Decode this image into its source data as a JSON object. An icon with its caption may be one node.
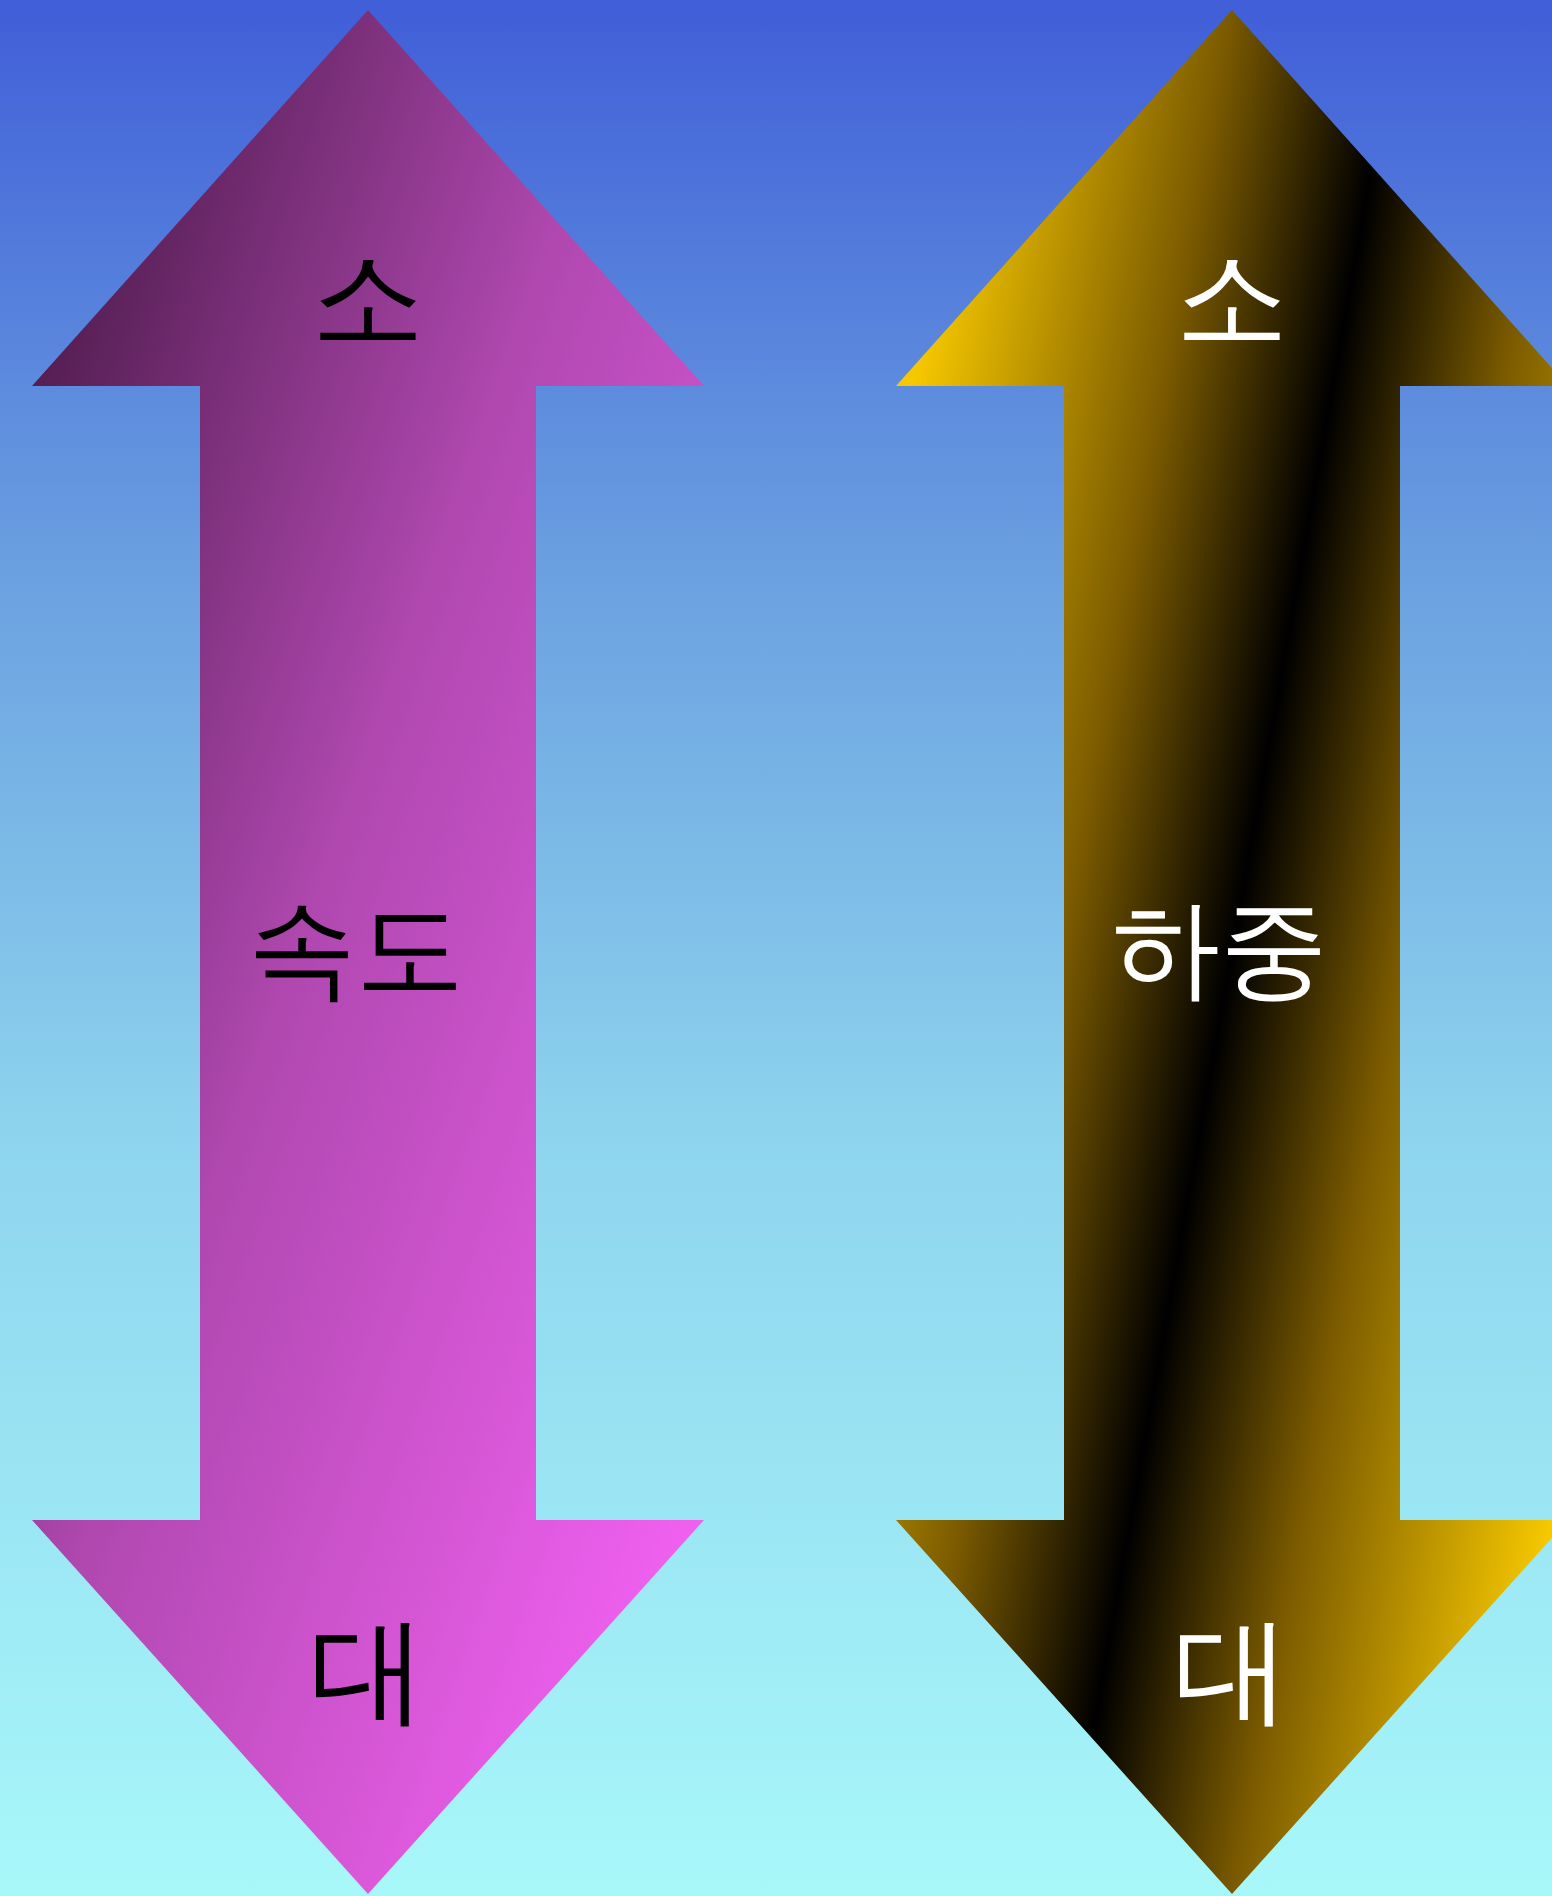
{
  "diagram": {
    "nodes": [
      {
        "text": [
          "소",
          "속도",
          "대"
        ]
      },
      {
        "text": [
          "소",
          "하중",
          "대"
        ]
      }
    ]
  }
}
